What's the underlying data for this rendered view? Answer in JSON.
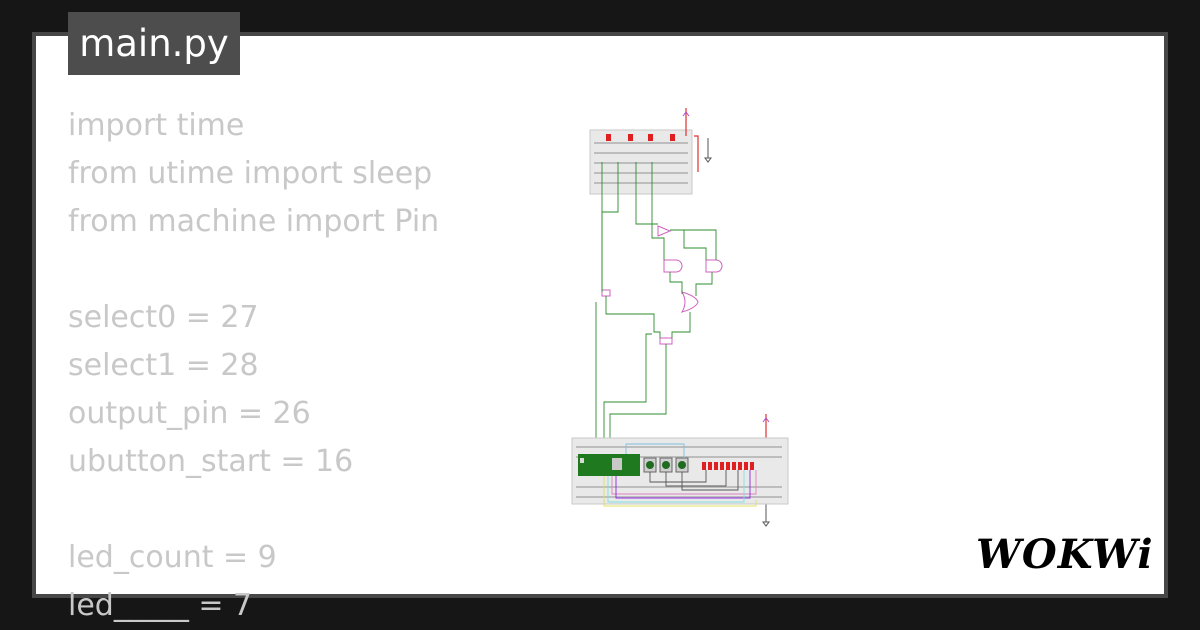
{
  "tab": {
    "filename": "main.py"
  },
  "code_lines": [
    "import time",
    "from utime import sleep",
    "from machine import Pin",
    "",
    "select0 = 27",
    "select1 = 28",
    "output_pin = 26",
    "ubutton_start = 16",
    "",
    "led_count = 9",
    "led_____ = 7"
  ],
  "brand": {
    "logo_text": "WOKWi"
  },
  "colors": {
    "background": "#161616",
    "card_border": "#474747",
    "tab_bg": "#4d4d4d",
    "code_text": "#c8c8c8",
    "wire_green": "#2e8b2e",
    "wire_red": "#e03030",
    "gate_pink": "#d060c0",
    "led_red": "#e02020"
  },
  "icons": [
    "pico-board",
    "breadboard",
    "logic-gates",
    "led",
    "pushbutton"
  ]
}
